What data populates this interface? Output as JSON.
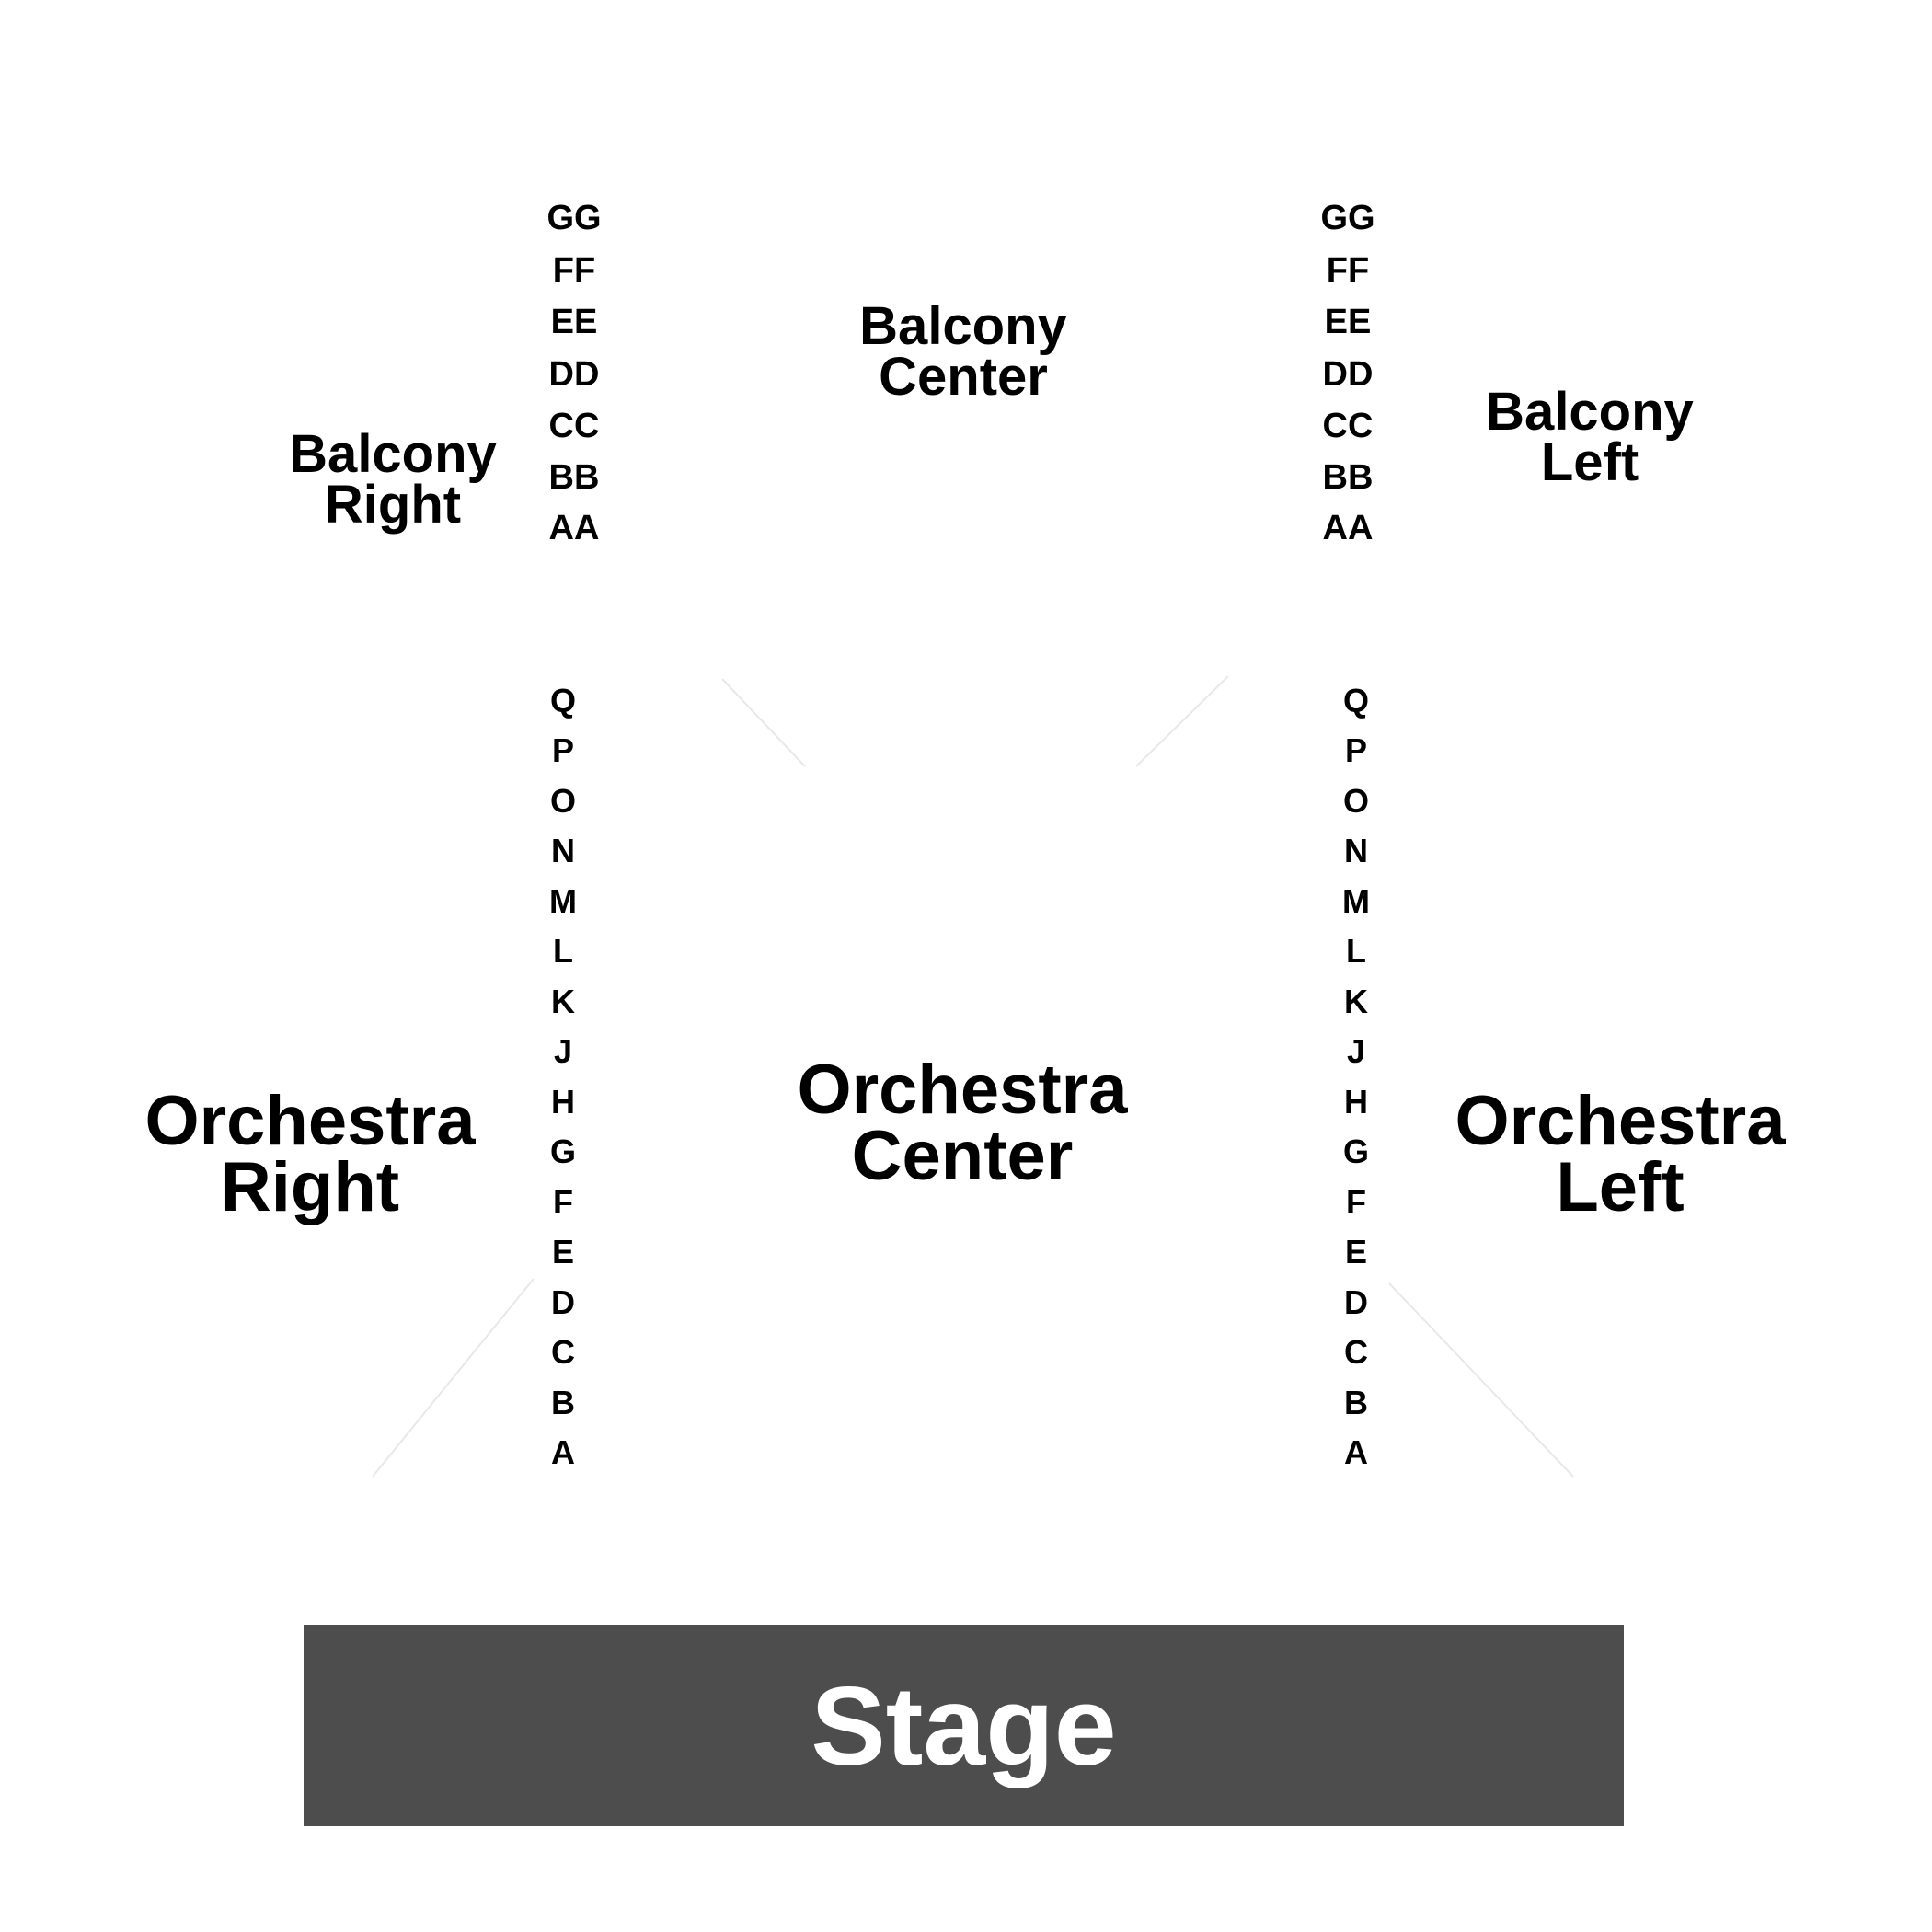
{
  "colors": {
    "background": "#ffffff",
    "text": "#000000",
    "stage_fill": "#4d4d4d",
    "stage_text": "#ffffff",
    "guide_lines": "#e8e8e8"
  },
  "balcony": {
    "right": {
      "line1": "Balcony",
      "line2": "Right"
    },
    "center": {
      "line1": "Balcony",
      "line2": "Center"
    },
    "left": {
      "line1": "Balcony",
      "line2": "Left"
    },
    "rows": [
      "GG",
      "FF",
      "EE",
      "DD",
      "CC",
      "BB",
      "AA"
    ]
  },
  "orchestra": {
    "right": {
      "line1": "Orchestra",
      "line2": "Right"
    },
    "center": {
      "line1": "Orchestra",
      "line2": "Center"
    },
    "left": {
      "line1": "Orchestra",
      "line2": "Left"
    },
    "rows": [
      "Q",
      "P",
      "O",
      "N",
      "M",
      "L",
      "K",
      "J",
      "H",
      "G",
      "F",
      "E",
      "D",
      "C",
      "B",
      "A"
    ]
  },
  "stage": {
    "label": "Stage"
  }
}
